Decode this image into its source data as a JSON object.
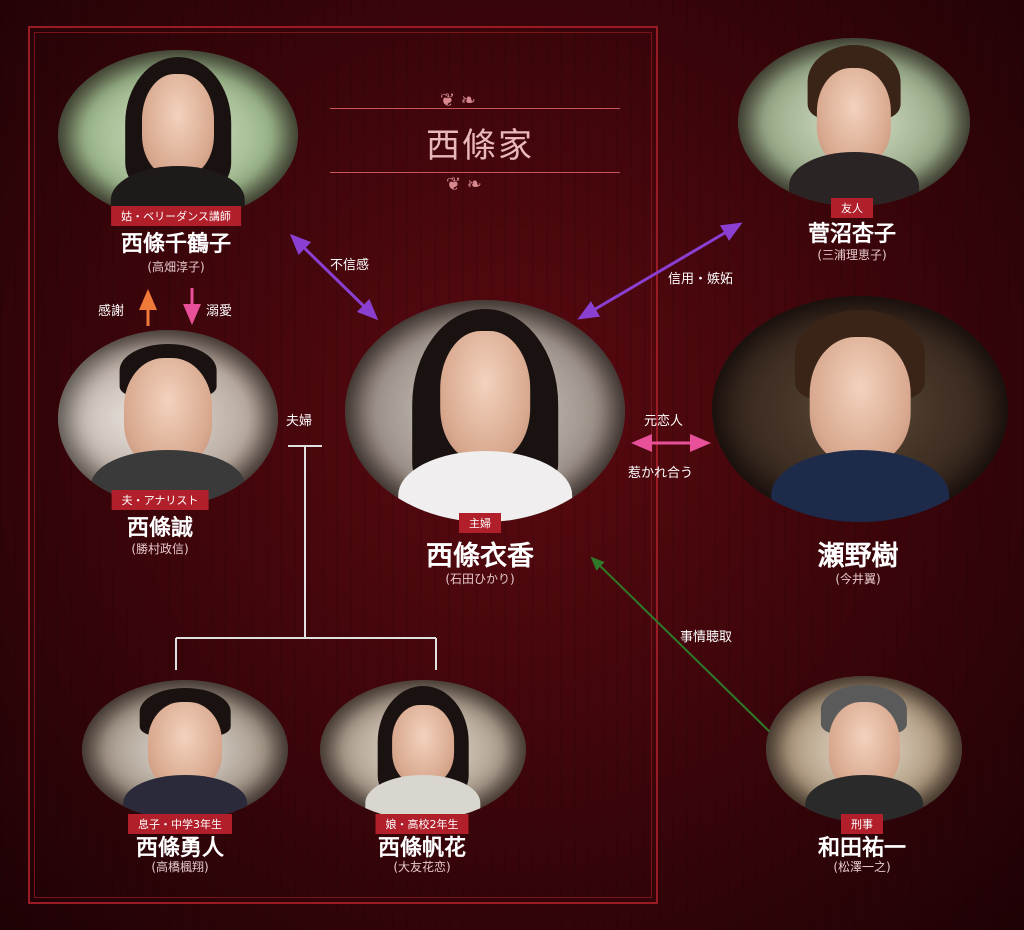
{
  "family": {
    "title": "西條家"
  },
  "characters": {
    "chizuko": {
      "role": "姑・ベリーダンス講師",
      "name": "西條千鶴子",
      "actor": "(高畑淳子)"
    },
    "makoto": {
      "role": "夫・アナリスト",
      "name": "西條誠",
      "actor": "(勝村政信)"
    },
    "yuka": {
      "role": "主婦",
      "name": "西條衣香",
      "actor": "(石田ひかり)"
    },
    "hayato": {
      "role": "息子・中学3年生",
      "name": "西條勇人",
      "actor": "(高橋楓翔)"
    },
    "honoka": {
      "role": "娘・高校2年生",
      "name": "西條帆花",
      "actor": "(大友花恋)"
    },
    "kyoko": {
      "role": "友人",
      "name": "菅沼杏子",
      "actor": "(三浦理恵子)"
    },
    "itsuki": {
      "role": "",
      "name": "瀬野樹",
      "actor": "(今井翼)"
    },
    "wada": {
      "role": "刑事",
      "name": "和田祐一",
      "actor": "(松澤一之)"
    }
  },
  "relations": {
    "distrust": "不信感",
    "gratitude": "感謝",
    "doting": "溺愛",
    "couple": "夫婦",
    "trust_jealousy": "信用・嫉妬",
    "ex_lover": "元恋人",
    "attracted": "惹かれ合う",
    "questioning": "事情聴取"
  },
  "colors": {
    "distrust": "#8a3fd1",
    "trust_jealousy": "#8a3fd1",
    "ex_lover": "#e8509a",
    "gratitude": "#f07a3a",
    "doting": "#e8509a",
    "questioning": "#2f7a2a",
    "family_tree": "#e0e0e0",
    "badge": "#b11f2a"
  }
}
